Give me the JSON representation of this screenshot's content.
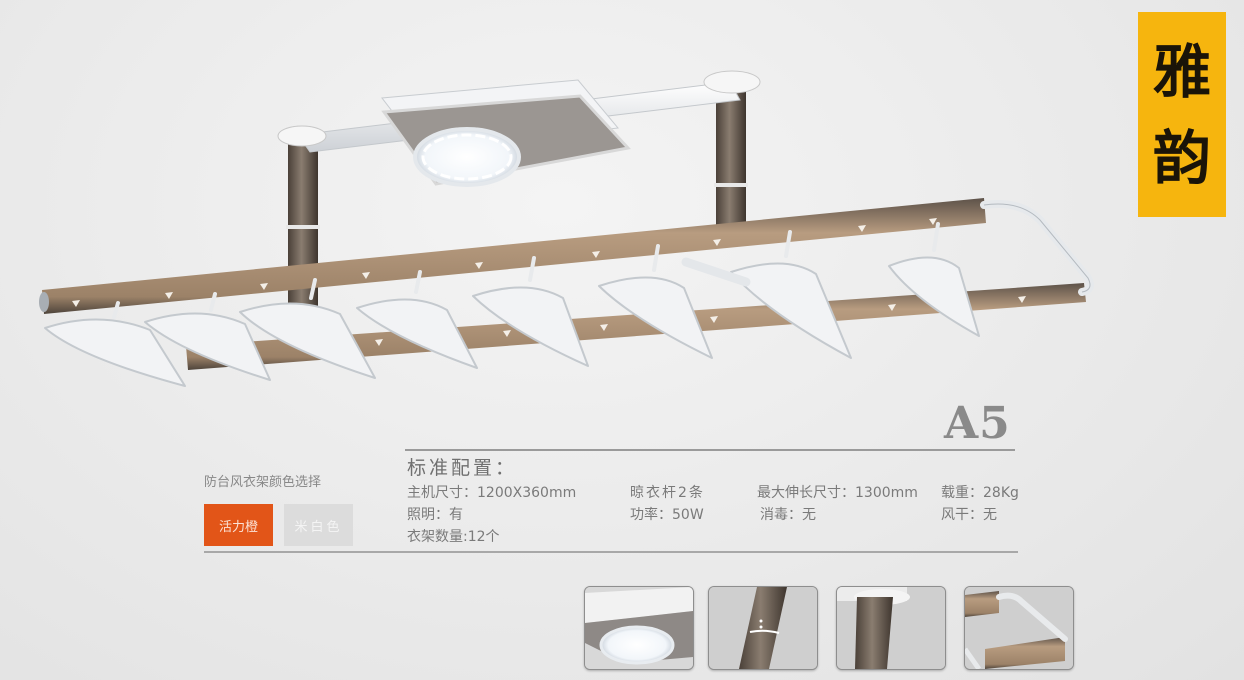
{
  "brand": {
    "chars": [
      "雅",
      "韵"
    ],
    "color": "#f6b50e"
  },
  "product": {
    "model": "A5",
    "image_alt": "electric clothes drying rack with LED light panel and hangers",
    "hanger_count_visible": 12,
    "colors": {
      "rail": "#6b5f54",
      "rail_face": "#a98f75",
      "white_parts": "#eef0f2"
    }
  },
  "color_select": {
    "label": "防台风衣架颜色选择",
    "options": [
      {
        "label": "活力橙",
        "color": "#e25518",
        "selected": true
      },
      {
        "label": "米白色",
        "color": "#dcdcdc",
        "selected": false
      }
    ]
  },
  "specs": {
    "title": "标准配置：",
    "rows": [
      [
        "主机尺寸：1200X360mm",
        "晾衣杆2条",
        "最大伸长尺寸：1300mm",
        "载重：28Kg"
      ],
      [
        "照明：有",
        "功率：50W",
        "消毒：无",
        "风干：无"
      ],
      [
        "衣架数量:12个"
      ]
    ]
  },
  "thumbnails": [
    {
      "name": "light-panel-detail"
    },
    {
      "name": "pole-joint-detail"
    },
    {
      "name": "pole-top-detail"
    },
    {
      "name": "rail-end-detail"
    }
  ]
}
